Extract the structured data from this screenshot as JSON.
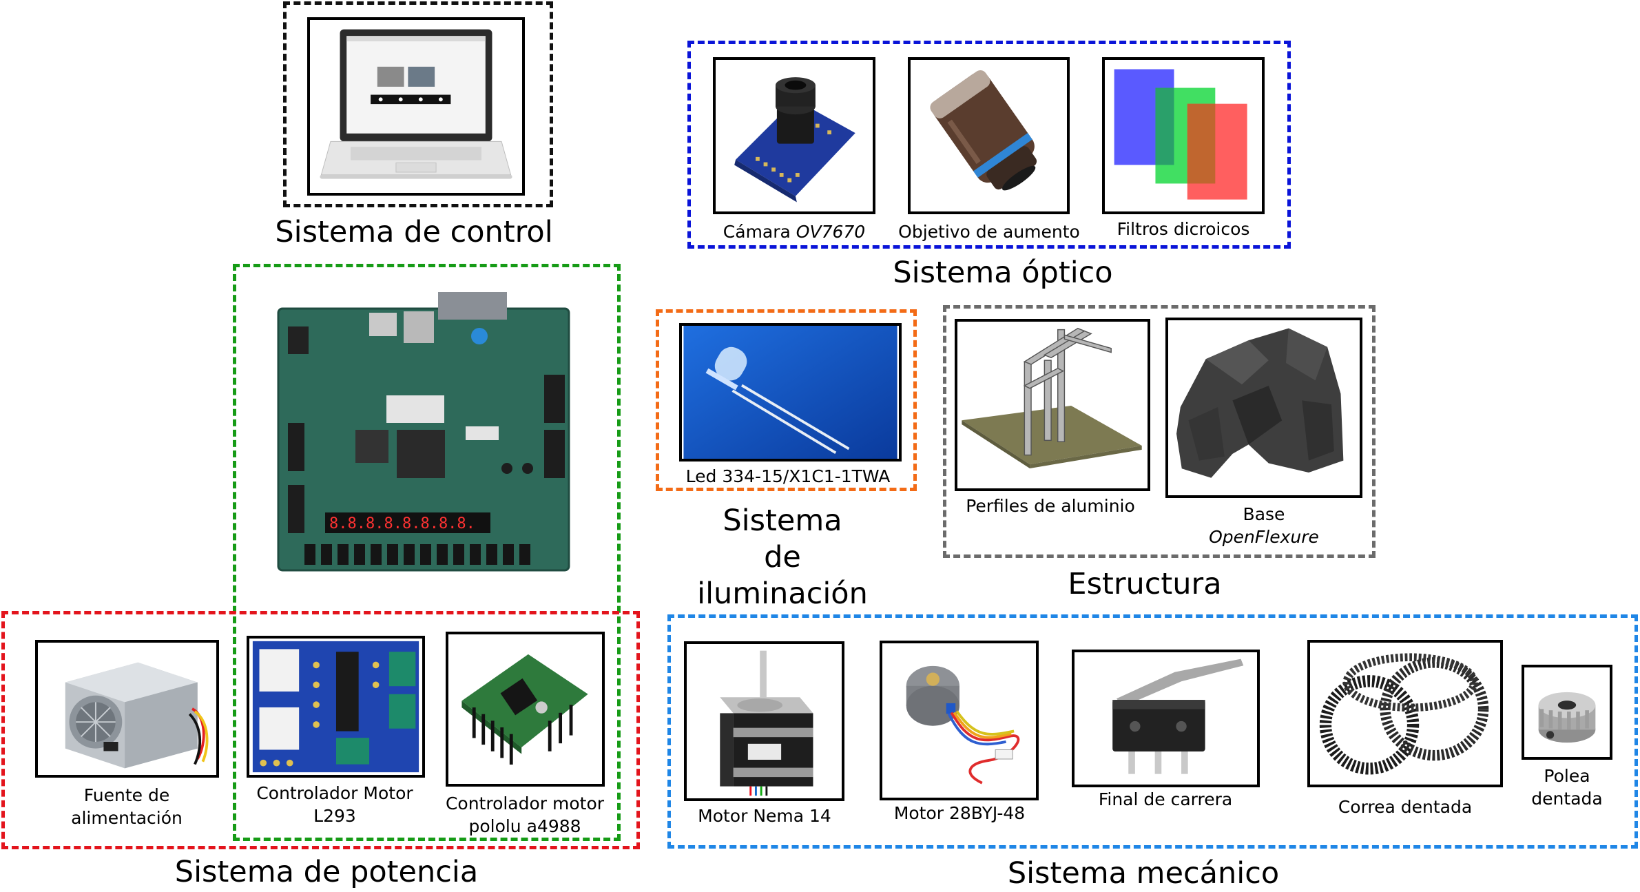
{
  "groups": {
    "control": {
      "title": "Sistema de control",
      "color": "#111111",
      "items": [
        {
          "icon": "laptop-icon"
        }
      ]
    },
    "optico": {
      "title": "Sistema óptico",
      "color": "#0a14d8",
      "items": [
        {
          "icon": "camera-module-icon",
          "label": "Cámara ",
          "label_italic": "OV7670"
        },
        {
          "icon": "objective-lens-icon",
          "label": "Objetivo de aumento"
        },
        {
          "icon": "dichroic-filters-icon",
          "label": "Filtros dicroicos"
        }
      ]
    },
    "fpga": {
      "color": "#169b16",
      "items": [
        {
          "icon": "fpga-board-icon"
        }
      ]
    },
    "iluminacion": {
      "title_lines": [
        "Sistema",
        "de",
        "iluminación"
      ],
      "color": "#f36b16",
      "items": [
        {
          "icon": "led-icon",
          "label": "Led 334-15/X1C1-1TWA"
        }
      ]
    },
    "estructura": {
      "title": "Estructura",
      "color": "#6b6b6b",
      "items": [
        {
          "icon": "aluminum-frame-icon",
          "label": "Perfiles de aluminio"
        },
        {
          "icon": "openflexure-base-icon",
          "label": "Base",
          "label_italic": "OpenFlexure"
        }
      ]
    },
    "potencia": {
      "title": "Sistema de potencia",
      "color": "#e3141c",
      "items": [
        {
          "icon": "power-supply-icon",
          "label_lines": [
            "Fuente de",
            "alimentación"
          ]
        },
        {
          "icon": "l293-driver-icon",
          "label_lines": [
            "Controlador Motor",
            "L293"
          ]
        },
        {
          "icon": "a4988-driver-icon",
          "label_lines": [
            "Controlador motor",
            "pololu a4988"
          ]
        }
      ]
    },
    "mecanico": {
      "title": "Sistema mecánico",
      "color": "#1f86e6",
      "items": [
        {
          "icon": "nema17-motor-icon",
          "label": "Motor Nema 14"
        },
        {
          "icon": "28byj-motor-icon",
          "label": "Motor 28BYJ-48"
        },
        {
          "icon": "limit-switch-icon",
          "label": "Final de carrera"
        },
        {
          "icon": "timing-belt-icon",
          "label": "Correa dentada"
        },
        {
          "icon": "pulley-icon",
          "label_lines": [
            "Polea",
            "dentada"
          ]
        }
      ]
    }
  }
}
